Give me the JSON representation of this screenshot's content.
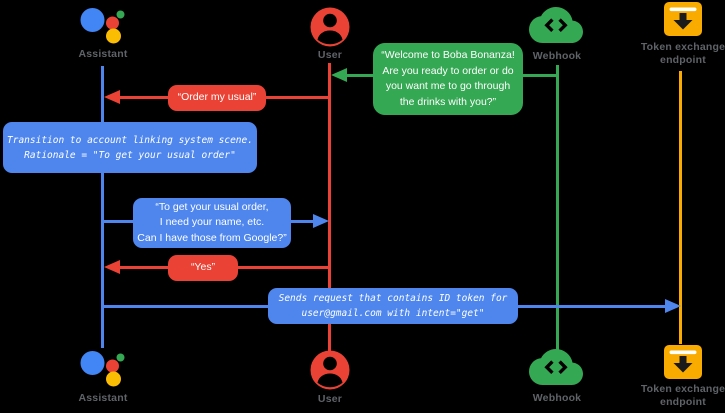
{
  "actors": {
    "assistant": {
      "label": "Assistant"
    },
    "user": {
      "label": "User"
    },
    "webhook": {
      "label": "Webhook"
    },
    "token": {
      "label": "Token exchange\nendpoint"
    }
  },
  "messages": {
    "welcome": {
      "from": "webhook",
      "to": "user",
      "text": "“Welcome to Boba Bonanza!\nAre you ready to order or do\nyou want me to go through\nthe drinks with you?”"
    },
    "order": {
      "from": "user",
      "to": "assistant",
      "text": "“Order my usual”"
    },
    "transition": {
      "note_on": "assistant",
      "text": "Transition to account linking system scene.\nRationale = \"To get your usual order\""
    },
    "ask": {
      "from": "assistant",
      "to": "user",
      "text": "“To get your usual order,\nI need your name, etc.\nCan I have those from Google?”"
    },
    "yes": {
      "from": "user",
      "to": "assistant",
      "text": "“Yes”"
    },
    "sends": {
      "from": "assistant",
      "to": "token",
      "text": "Sends request that contains ID token for\nuser@gmail.com with intent=\"get\""
    }
  },
  "colors": {
    "background": "#000000",
    "blue": "#4e86ee",
    "assistant_blue": "#4285f4",
    "red": "#ea4335",
    "green": "#34a853",
    "yellow": "#f9ab00",
    "assistant_yellow": "#fbbc04",
    "label_gray": "#5f6368"
  }
}
